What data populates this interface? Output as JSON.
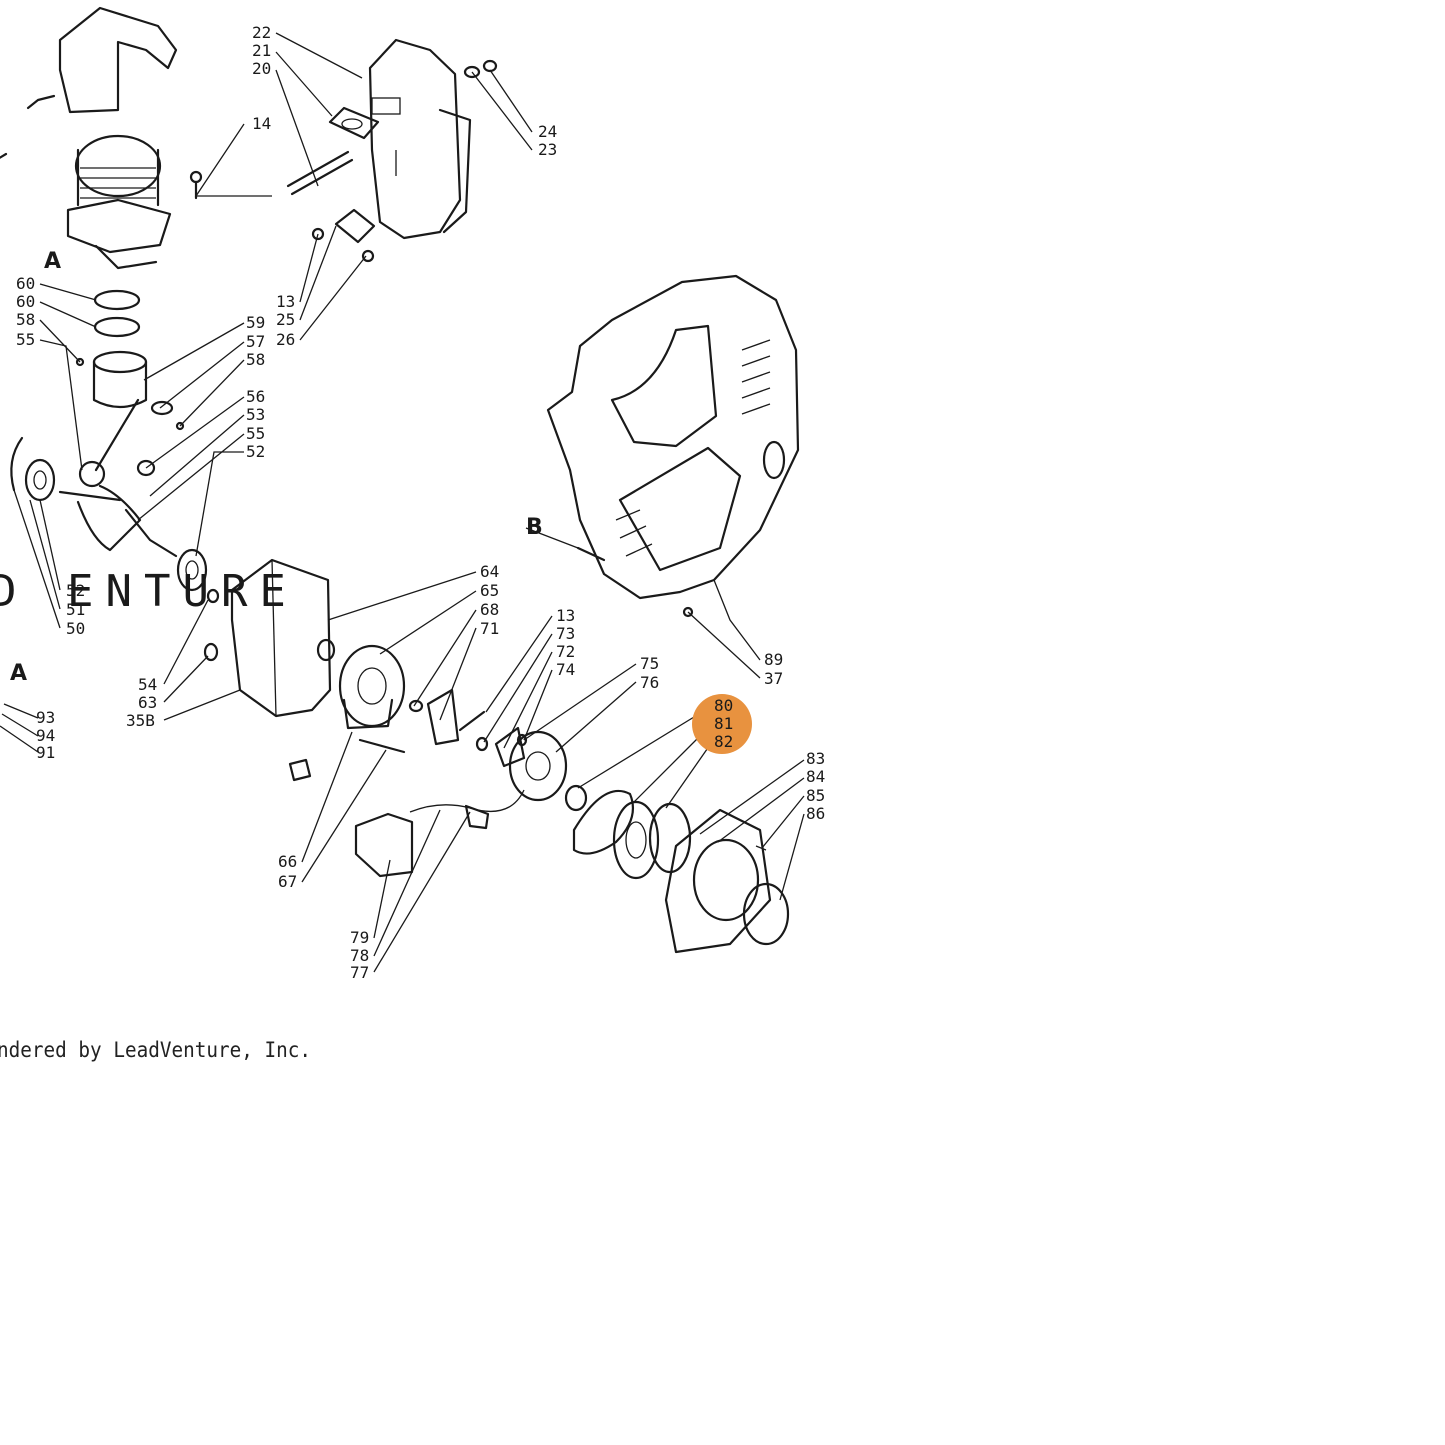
{
  "watermark": "D ENTURE",
  "footer": {
    "credit": "ndered by LeadVenture, Inc."
  },
  "highlight": {
    "color": "#e8923f",
    "callouts": [
      "80",
      "81",
      "82"
    ]
  },
  "callouts": [
    {
      "id": "c22",
      "label": "22"
    },
    {
      "id": "c21",
      "label": "21"
    },
    {
      "id": "c20",
      "label": "20"
    },
    {
      "id": "c14",
      "label": "14"
    },
    {
      "id": "c24",
      "label": "24"
    },
    {
      "id": "c23",
      "label": "23"
    },
    {
      "id": "c13a",
      "label": "13"
    },
    {
      "id": "c25",
      "label": "25"
    },
    {
      "id": "c26",
      "label": "26"
    },
    {
      "id": "c60a",
      "label": "60"
    },
    {
      "id": "c60b",
      "label": "60"
    },
    {
      "id": "c58a",
      "label": "58"
    },
    {
      "id": "c55a",
      "label": "55"
    },
    {
      "id": "c59",
      "label": "59"
    },
    {
      "id": "c57",
      "label": "57"
    },
    {
      "id": "c58b",
      "label": "58"
    },
    {
      "id": "c56",
      "label": "56"
    },
    {
      "id": "c53",
      "label": "53"
    },
    {
      "id": "c55b",
      "label": "55"
    },
    {
      "id": "c52a",
      "label": "52"
    },
    {
      "id": "c52b",
      "label": "52"
    },
    {
      "id": "c51",
      "label": "51"
    },
    {
      "id": "c50",
      "label": "50"
    },
    {
      "id": "c64",
      "label": "64"
    },
    {
      "id": "c65",
      "label": "65"
    },
    {
      "id": "c68",
      "label": "68"
    },
    {
      "id": "c71",
      "label": "71"
    },
    {
      "id": "c13b",
      "label": "13"
    },
    {
      "id": "c73",
      "label": "73"
    },
    {
      "id": "c72",
      "label": "72"
    },
    {
      "id": "c74",
      "label": "74"
    },
    {
      "id": "c75",
      "label": "75"
    },
    {
      "id": "c76",
      "label": "76"
    },
    {
      "id": "c89",
      "label": "89"
    },
    {
      "id": "c37",
      "label": "37"
    },
    {
      "id": "c80",
      "label": "80"
    },
    {
      "id": "c81",
      "label": "81"
    },
    {
      "id": "c82",
      "label": "82"
    },
    {
      "id": "c83",
      "label": "83"
    },
    {
      "id": "c84",
      "label": "84"
    },
    {
      "id": "c85",
      "label": "85"
    },
    {
      "id": "c86",
      "label": "86"
    },
    {
      "id": "c54",
      "label": "54"
    },
    {
      "id": "c63",
      "label": "63"
    },
    {
      "id": "c35b",
      "label": "35B"
    },
    {
      "id": "c93",
      "label": "93"
    },
    {
      "id": "c94",
      "label": "94"
    },
    {
      "id": "c91",
      "label": "91"
    },
    {
      "id": "c66",
      "label": "66"
    },
    {
      "id": "c67",
      "label": "67"
    },
    {
      "id": "c79",
      "label": "79"
    },
    {
      "id": "c78",
      "label": "78"
    },
    {
      "id": "c77",
      "label": "77"
    }
  ],
  "section_letters": [
    {
      "id": "la1",
      "label": "A"
    },
    {
      "id": "lb",
      "label": "B"
    },
    {
      "id": "la2",
      "label": "A"
    }
  ]
}
